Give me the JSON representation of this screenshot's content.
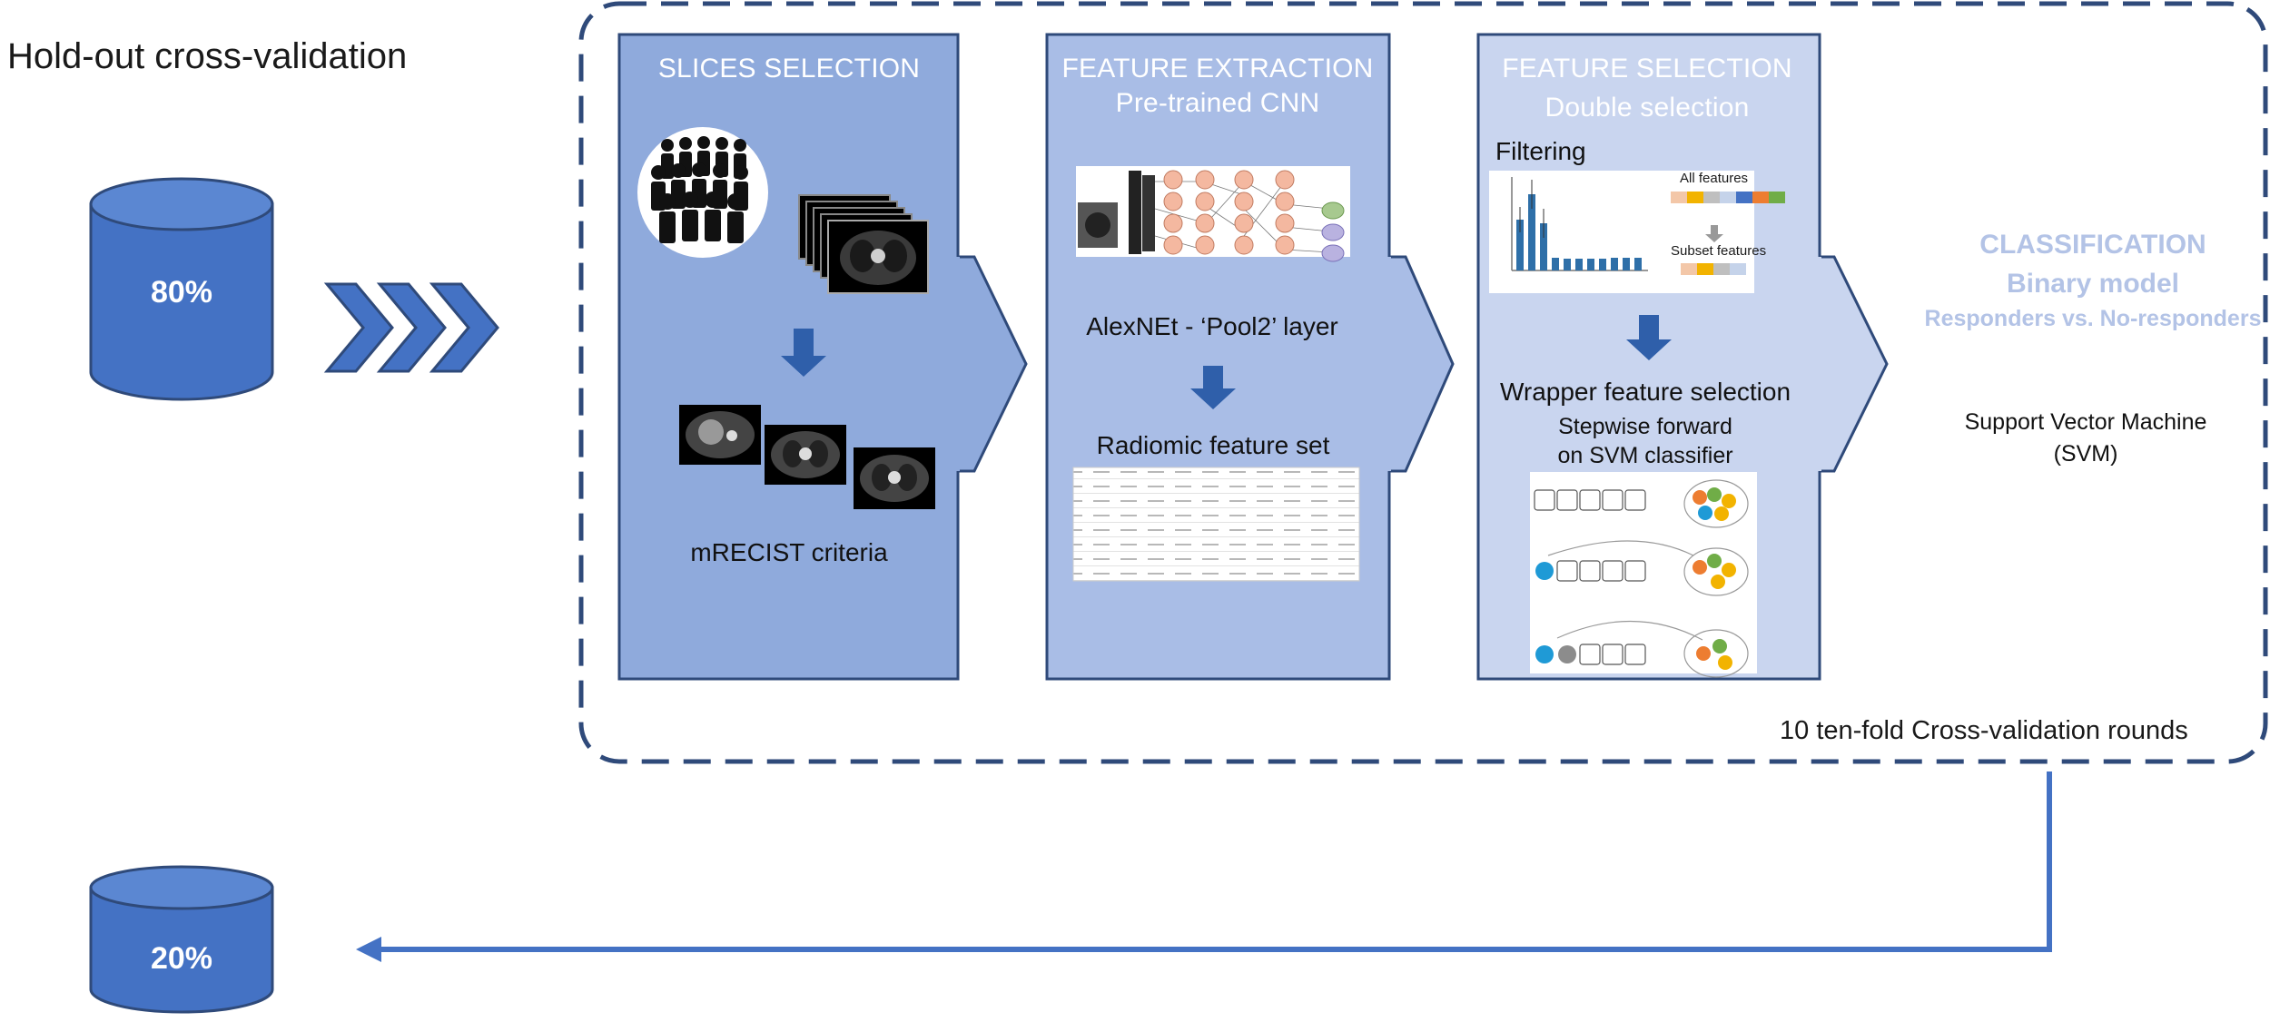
{
  "title": "Hold-out  cross-validation",
  "train_split": "80%",
  "test_split": "20%",
  "cv_rounds": "10 ten-fold Cross-validation rounds",
  "slices": {
    "title": "SLICES SELECTION",
    "caption": "mRECIST criteria"
  },
  "extraction": {
    "title": "FEATURE EXTRACTION",
    "subtitle": "Pre-trained CNN",
    "network_caption": "AlexNEt - ‘Pool2’ layer",
    "set_caption": "Radiomic feature set"
  },
  "selection": {
    "title": "FEATURE SELECTION",
    "subtitle": "Double selection",
    "filtering": "Filtering",
    "all_features": "All features",
    "subset_features": "Subset features",
    "wrapper": "Wrapper feature selection",
    "wrapper_sub1": "Stepwise forward",
    "wrapper_sub2": "on SVM classifier"
  },
  "classification": {
    "title": "CLASSIFICATION",
    "model": "Binary model",
    "classes": "Responders vs. No-responders",
    "method1": "Support Vector Machine",
    "method2": "(SVM)"
  },
  "colors": {
    "cylinder": "#4472c4",
    "panel_1": "#8faadc",
    "panel_2": "#a9bde6",
    "panel_3": "#c9d5ef",
    "dashed_border": "#2f4a7a",
    "arrow": "#4472c4"
  }
}
